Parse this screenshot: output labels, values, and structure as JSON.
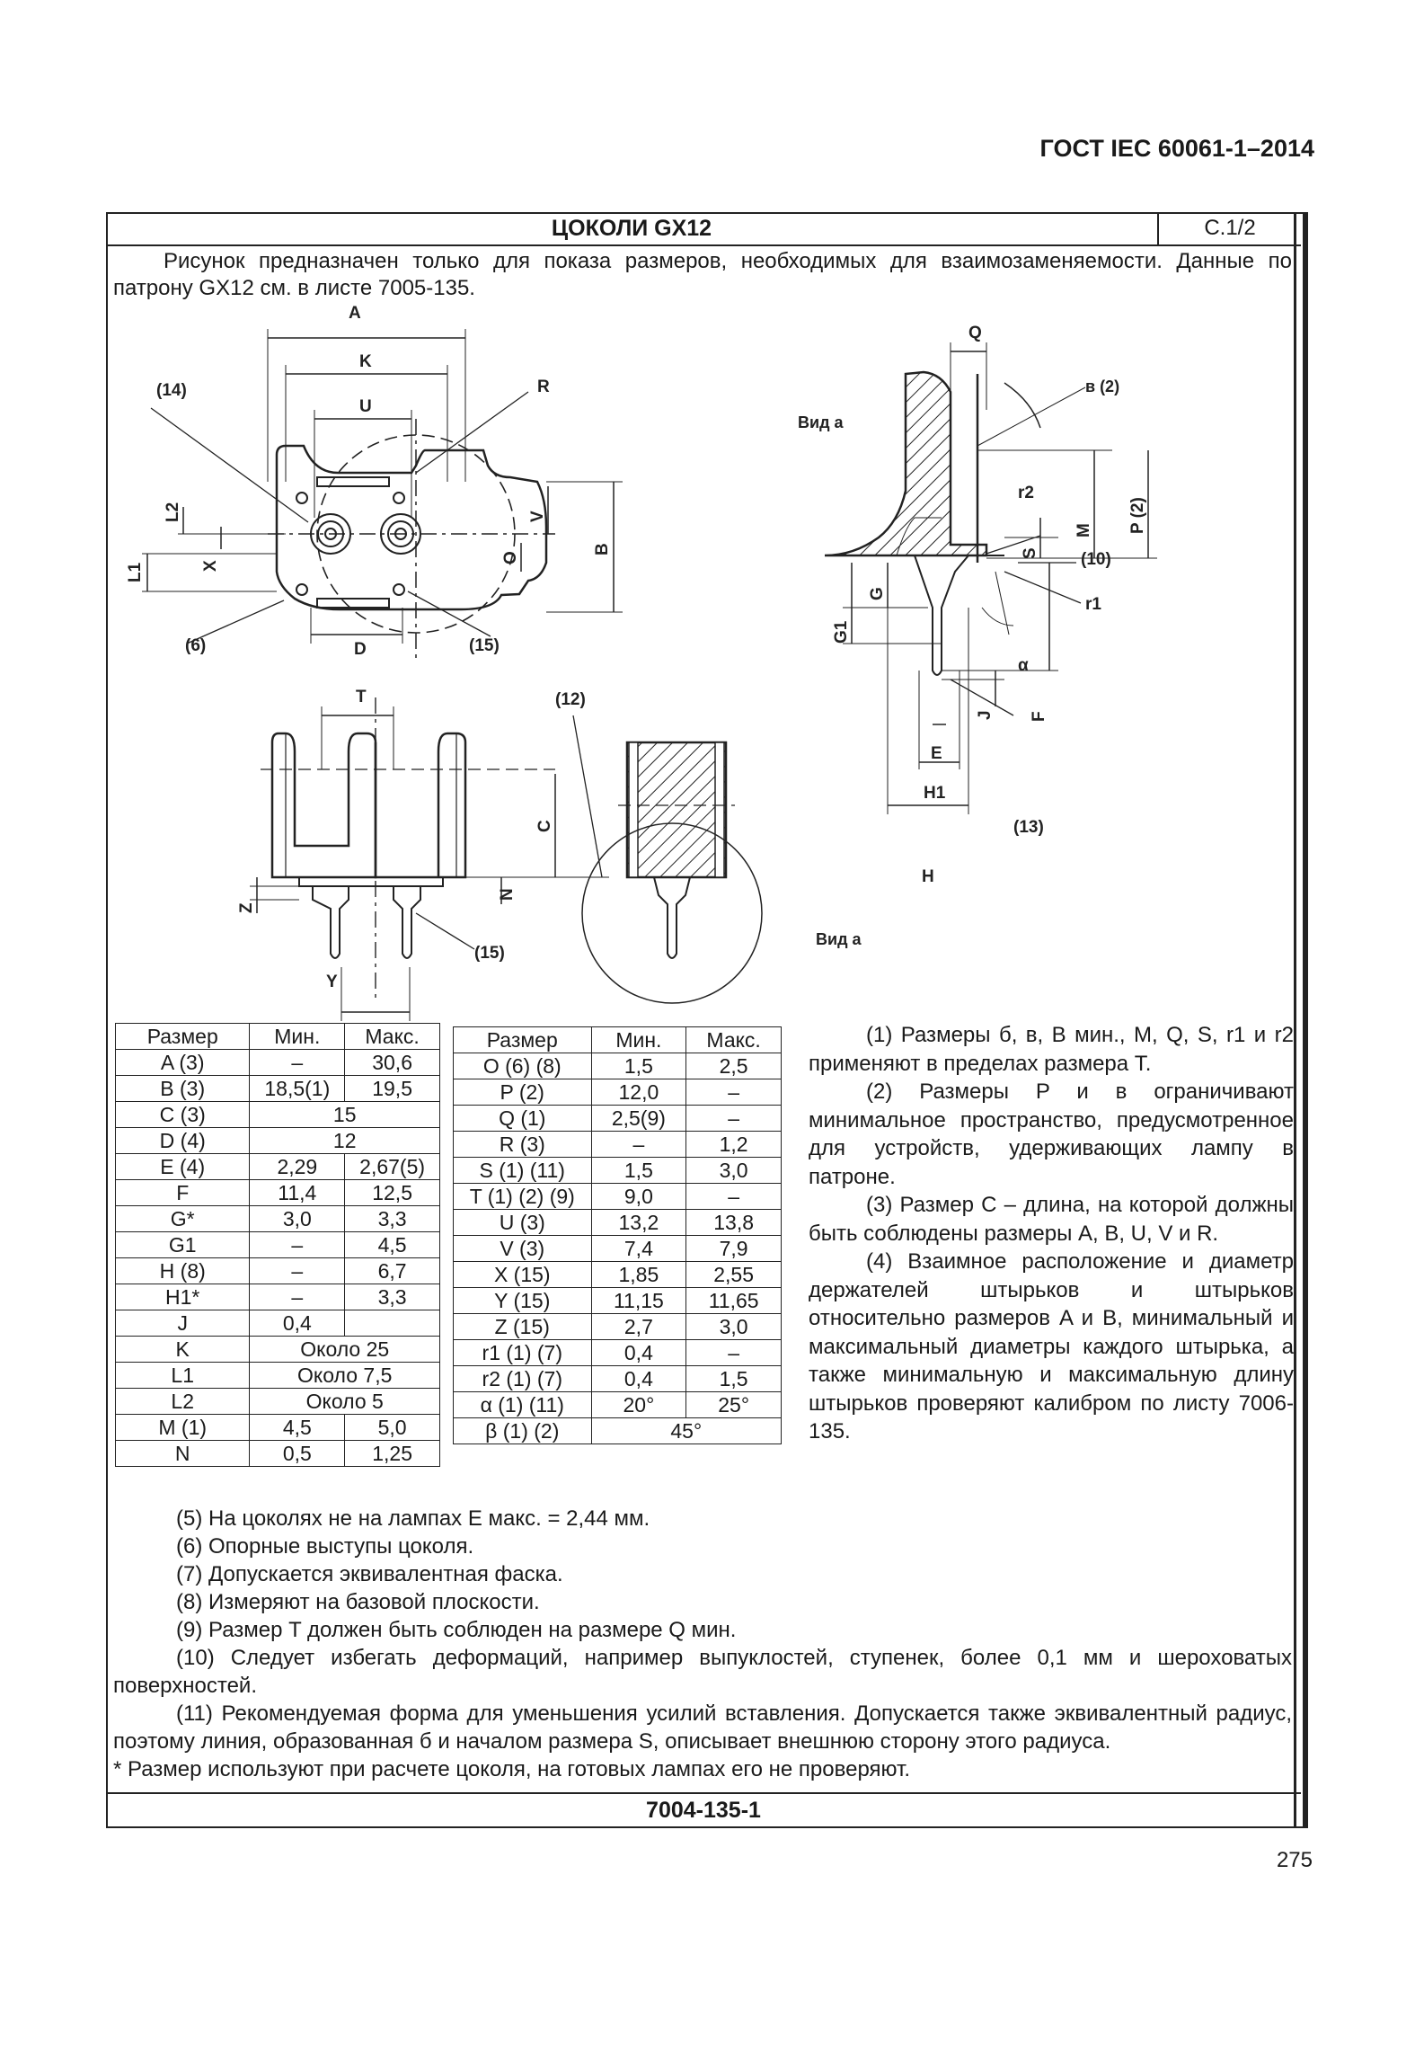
{
  "header": {
    "standard": "ГОСТ IEC 60061-1–2014"
  },
  "sheet": {
    "title": "ЦОКОЛИ GX12",
    "page": "С.1/2",
    "code": "7004-135-1"
  },
  "intro": "Рисунок предназначен только для показа размеров, необходимых для взаимозаменяемости. Данные по патрону GX12 см. в листе 7005-135.",
  "drawing_labels": {
    "top_view": [
      "A",
      "K",
      "U",
      "R",
      "(14)",
      "L2",
      "L1",
      "X",
      "V",
      "O",
      "B",
      "(6)",
      "D",
      "(15)"
    ],
    "side_view": [
      "T",
      "C",
      "Z",
      "N",
      "Y",
      "(15)",
      "(12)"
    ],
    "view_a_title": "Вид а",
    "view_a_caption": "Вид а",
    "view_a": [
      "Q",
      "в (2)",
      "r2",
      "M",
      "P (2)",
      "S",
      "(10)",
      "r1",
      "G1",
      "G",
      "α",
      "F",
      "J",
      "E",
      "H1",
      "(13)",
      "H"
    ]
  },
  "table_left": {
    "headers": [
      "Размер",
      "Мин.",
      "Макс."
    ],
    "rows": [
      [
        "A (3)",
        "–",
        "30,6"
      ],
      [
        "B (3)",
        "18,5(1)",
        "19,5"
      ],
      [
        "C (3)",
        "15",
        ""
      ],
      [
        "D (4)",
        "12",
        ""
      ],
      [
        "E (4)",
        "2,29",
        "2,67(5)"
      ],
      [
        "F",
        "11,4",
        "12,5"
      ],
      [
        "G*",
        "3,0",
        "3,3"
      ],
      [
        "G1",
        "–",
        "4,5"
      ],
      [
        "H (8)",
        "–",
        "6,7"
      ],
      [
        "H1*",
        "–",
        "3,3"
      ],
      [
        "J",
        "0,4",
        ""
      ],
      [
        "K",
        "Около 25",
        ""
      ],
      [
        "L1",
        "Около 7,5",
        ""
      ],
      [
        "L2",
        "Около 5",
        ""
      ],
      [
        "M (1)",
        "4,5",
        "5,0"
      ],
      [
        "N",
        "0,5",
        "1,25"
      ]
    ]
  },
  "table_right": {
    "headers": [
      "Размер",
      "Мин.",
      "Макс."
    ],
    "rows": [
      [
        "O (6) (8)",
        "1,5",
        "2,5"
      ],
      [
        "P (2)",
        "12,0",
        "–"
      ],
      [
        "Q (1)",
        "2,5(9)",
        "–"
      ],
      [
        "R (3)",
        "–",
        "1,2"
      ],
      [
        "S (1) (11)",
        "1,5",
        "3,0"
      ],
      [
        "T (1) (2) (9)",
        "9,0",
        "–"
      ],
      [
        "U (3)",
        "13,2",
        "13,8"
      ],
      [
        "V (3)",
        "7,4",
        "7,9"
      ],
      [
        "X (15)",
        "1,85",
        "2,55"
      ],
      [
        "Y (15)",
        "11,15",
        "11,65"
      ],
      [
        "Z (15)",
        "2,7",
        "3,0"
      ],
      [
        "r1 (1) (7)",
        "0,4",
        "–"
      ],
      [
        "r2 (1) (7)",
        "0,4",
        "1,5"
      ],
      [
        "α (1) (11)",
        "20°",
        "25°"
      ],
      [
        "β (1) (2)",
        "45°",
        ""
      ]
    ]
  },
  "notes_right": [
    "(1) Размеры б, в, B мин., M, Q, S, r1 и r2 применяют в пределах размера T.",
    "(2) Размеры P и в ограничивают минимальное пространство, предусмотренное для устройств, удерживающих лампу в патроне.",
    "(3) Размер C – длина, на которой должны быть соблюдены размеры A, B, U, V и R.",
    "(4) Взаимное расположение и диаметр держателей штырьков и штырьков относительно размеров A и B, минимальный и максимальный диаметры каждого штырька, а также минимальную и максимальную длину штырьков проверяют калибром по листу 7006-135."
  ],
  "notes_bottom": [
    "(5) На цоколях не на лампах E макс. = 2,44 мм.",
    "(6) Опорные выступы цоколя.",
    "(7) Допускается эквивалентная фаска.",
    "(8) Измеряют на базовой плоскости.",
    "(9) Размер T должен быть соблюден на размере Q мин.",
    "(10) Следует избегать деформаций, например выпуклостей, ступенек, более 0,1 мм и шероховатых поверхностей.",
    "(11) Рекомендуемая форма для уменьшения усилий вставления. Допускается также эквивалентный радиус, поэтому линия, образованная б и началом размера S, описывает внешнюю сторону этого радиуса."
  ],
  "footnote": "* Размер используют при расчете цоколя, на готовых лампах его не проверяют.",
  "page_number": "275"
}
